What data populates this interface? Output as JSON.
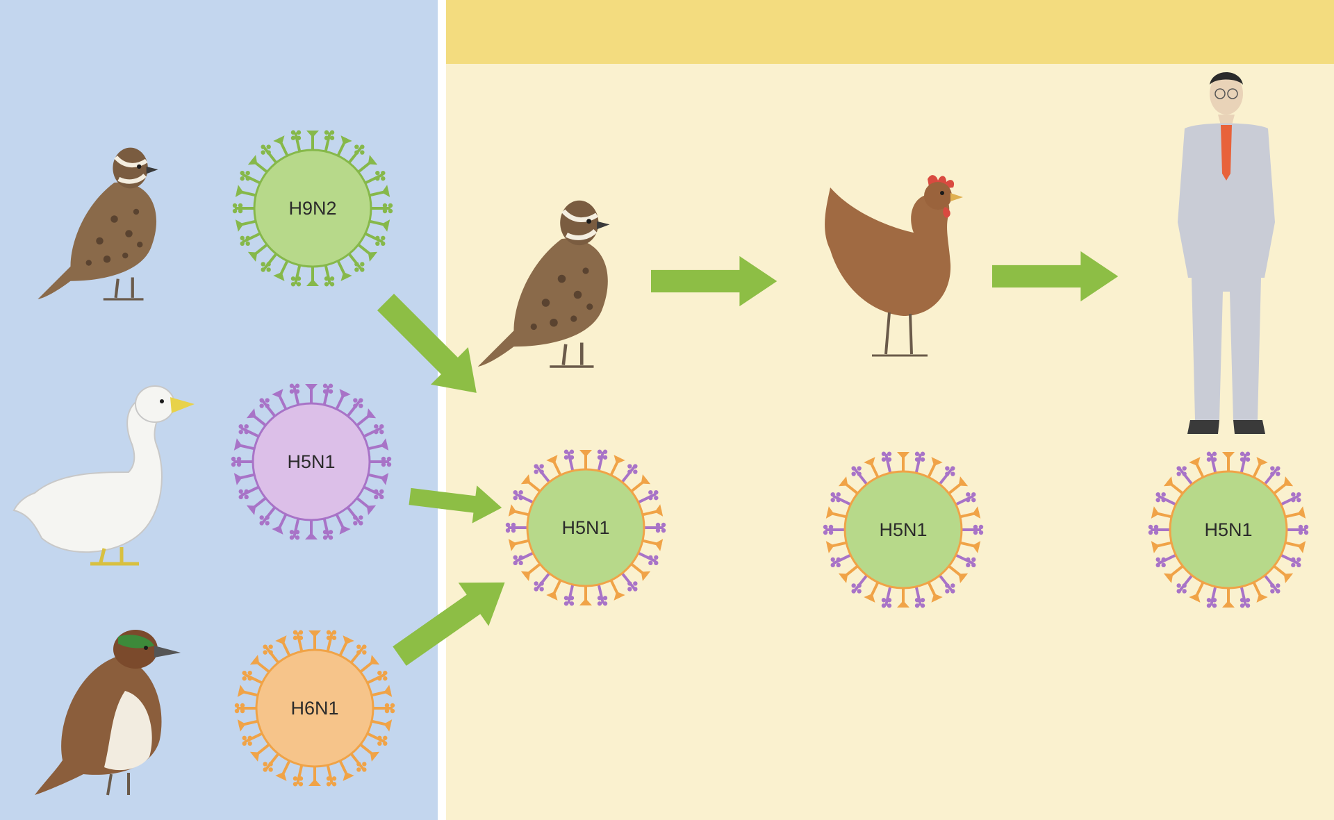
{
  "colors": {
    "left_panel": "#c3d6ee",
    "right_panel": "#faf1cf",
    "top_band": "#f3dc7f",
    "arrow": "#8dbe45",
    "h9n2_spikes": "#86b84a",
    "h9n2_core": "#b7d98a",
    "h5n1_source_spikes": "#a873c7",
    "h5n1_source_core": "#dcbfe8",
    "h6n1_spikes": "#f0a347",
    "h6n1_core": "#f6c48a",
    "reassortant_outer": "#f0a347",
    "reassortant_inner": "#a873c7",
    "reassortant_core": "#b7d98a"
  },
  "source_viruses": [
    {
      "label": "H9N2",
      "host": "quail-icon"
    },
    {
      "label": "H5N1",
      "host": "duck-icon"
    },
    {
      "label": "H6N1",
      "host": "teal-icon"
    }
  ],
  "chain_viruses": [
    {
      "label": "H5N1",
      "host": "quail-icon"
    },
    {
      "label": "H5N1",
      "host": "chicken-icon"
    },
    {
      "label": "H5N1",
      "host": "human-icon"
    }
  ]
}
